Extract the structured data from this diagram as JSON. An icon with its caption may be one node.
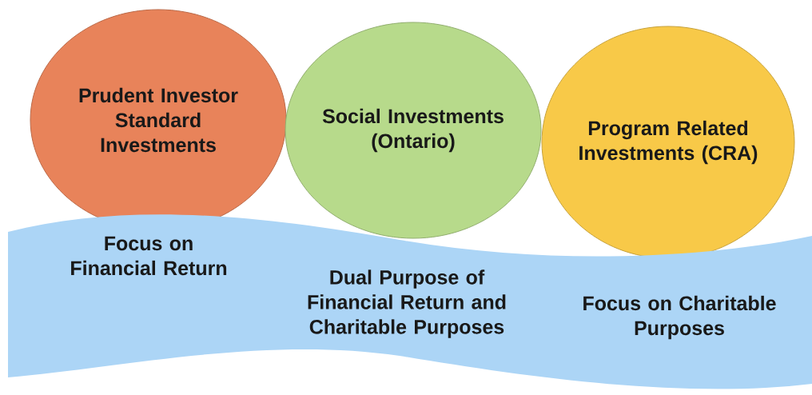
{
  "diagram": {
    "nodes": [
      {
        "text": [
          "Prudent Investor Standard Investments"
        ]
      },
      {
        "text": [
          "Social Investments (Ontario)"
        ]
      },
      {
        "text": [
          "Program Related Investments (CRA)"
        ]
      },
      {
        "text": [
          "Focus on Financial Return",
          "Dual Purpose of Financial Return and Charitable Purposes",
          "Focus on Charitable Purposes"
        ]
      }
    ]
  }
}
